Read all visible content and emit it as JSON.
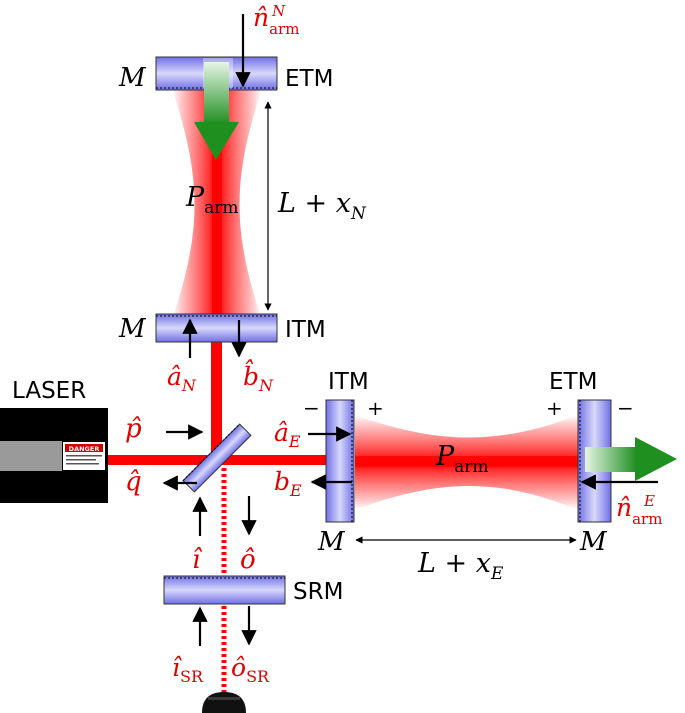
{
  "labels": {
    "laser": "LASER",
    "danger": "DANGER",
    "etm": "ETM",
    "itm": "ITM",
    "srm": "SRM",
    "mass": "M",
    "plus": "+",
    "minus": "−",
    "p_arm_sym": "P",
    "p_arm_sub": "arm",
    "l_sym": "L + x",
    "l_north_sub": "N",
    "l_east_sub": "E",
    "n_hat": "n̂",
    "n_north_sup": "N",
    "n_east_sup": "E",
    "n_sub": "arm",
    "a_hat": "â",
    "b_hat": "b̂",
    "b_plain": "b",
    "sub_north": "N",
    "sub_east": "E",
    "p_hat": "p̂",
    "q_hat": "q̂",
    "i_hat": "î",
    "o_hat": "ô",
    "sr_sub": "SR"
  },
  "colors": {
    "beam": "#ff0000",
    "mirror": "#8f8fee",
    "signal_label": "#e00000",
    "gw_arrow": "#1f8f1f"
  }
}
